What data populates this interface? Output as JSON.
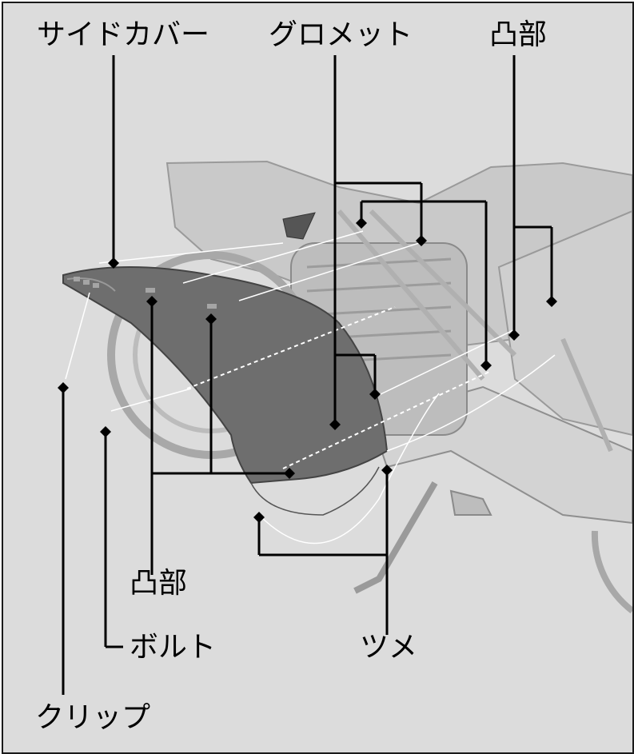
{
  "labels": {
    "side_cover": "サイドカバー",
    "grommet": "グロメット",
    "boss_top": "凸部",
    "boss_bottom": "凸部",
    "bolt": "ボルト",
    "tab": "ツメ",
    "clip": "クリップ"
  }
}
